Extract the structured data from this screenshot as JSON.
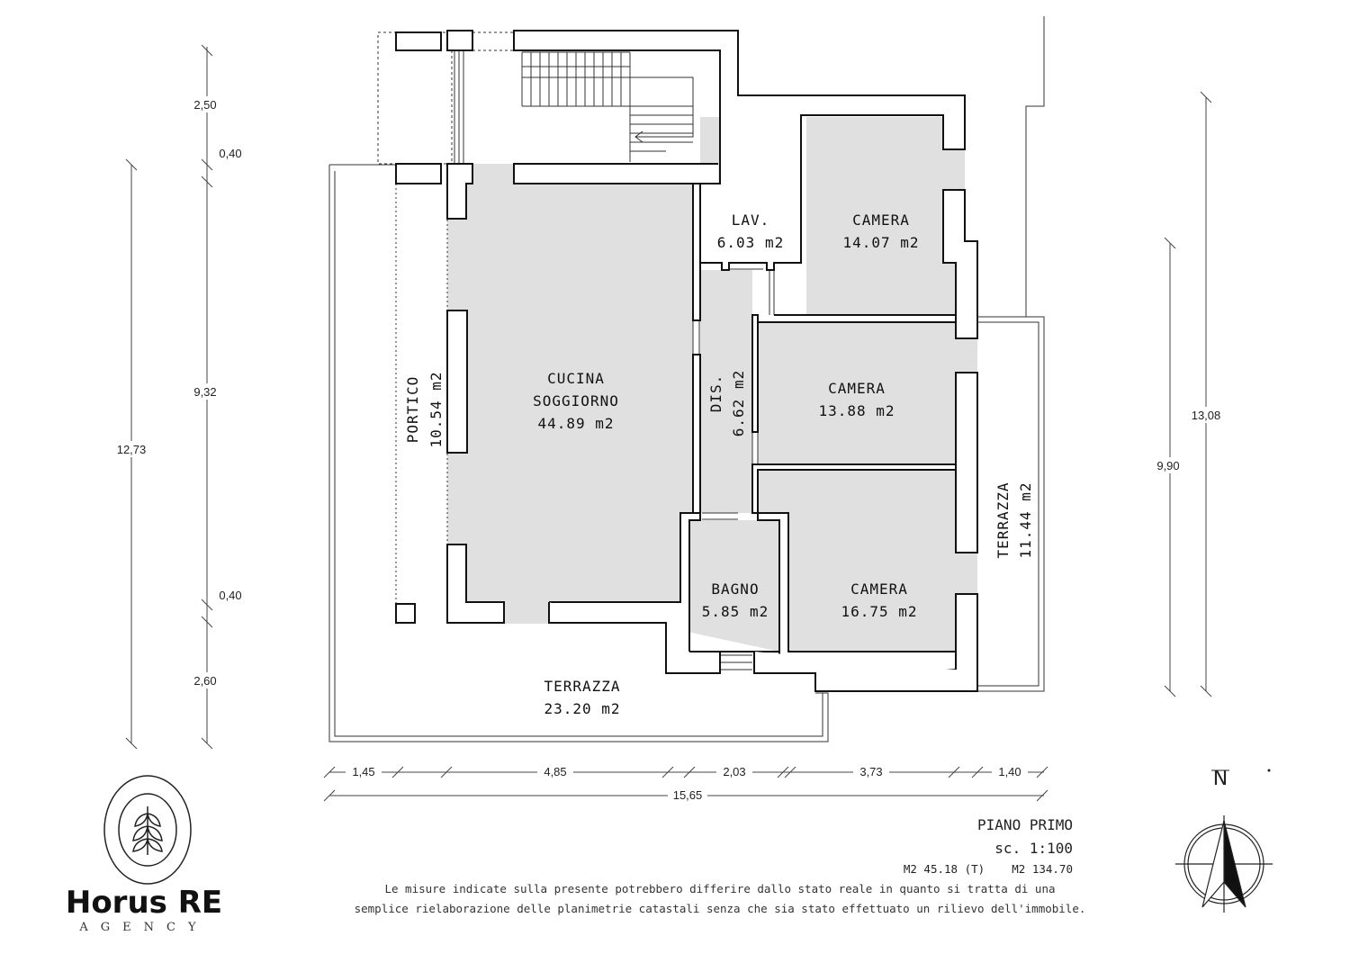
{
  "rooms": {
    "lav": {
      "name": "LAV.",
      "area": "6.03 m2"
    },
    "camera_top": {
      "name": "CAMERA",
      "area": "14.07 m2"
    },
    "cucina": {
      "name1": "CUCINA",
      "name2": "SOGGIORNO",
      "area": "44.89 m2"
    },
    "portico": {
      "name": "PORTICO",
      "area": "10.54 m2"
    },
    "dis": {
      "name": "DIS.",
      "area": "6.62 m2"
    },
    "camera_mid": {
      "name": "CAMERA",
      "area": "13.88 m2"
    },
    "camera_bot": {
      "name": "CAMERA",
      "area": "16.75 m2"
    },
    "bagno": {
      "name": "BAGNO",
      "area": "5.85 m2"
    },
    "terrazza_right": {
      "name": "TERRAZZA",
      "area": "11.44 m2"
    },
    "terrazza_bottom": {
      "name": "TERRAZZA",
      "area": "23.20 m2"
    }
  },
  "dimensions": {
    "left_total": "12,73",
    "left_a": "2,50",
    "left_b": "0,40",
    "left_c": "9,32",
    "left_d": "0,40",
    "left_e": "2,60",
    "right_a": "9,90",
    "right_b": "13,08",
    "bottom_1": "1,45",
    "bottom_2": "4,85",
    "bottom_3": "2,03",
    "bottom_4": "3,73",
    "bottom_5": "1,40",
    "bottom_total": "15,65"
  },
  "titleblock": {
    "floor": "PIANO PRIMO",
    "scale": "sc. 1:100",
    "areas": "M2 45.18 (T)    M2 134.70"
  },
  "disclaimer": {
    "line1": "Le misure indicate sulla presente potrebbero differire dallo stato reale in quanto si tratta di una",
    "line2": "semplice rielaborazione delle planimetrie catastali senza che sia stato effettuato un rilievo dell'immobile."
  },
  "brand": {
    "name": "Horus RE",
    "sub": "AGENCY"
  },
  "compass": {
    "label": "N"
  },
  "colors": {
    "room_fill": "#e0e0e0",
    "wall": "#111111"
  }
}
